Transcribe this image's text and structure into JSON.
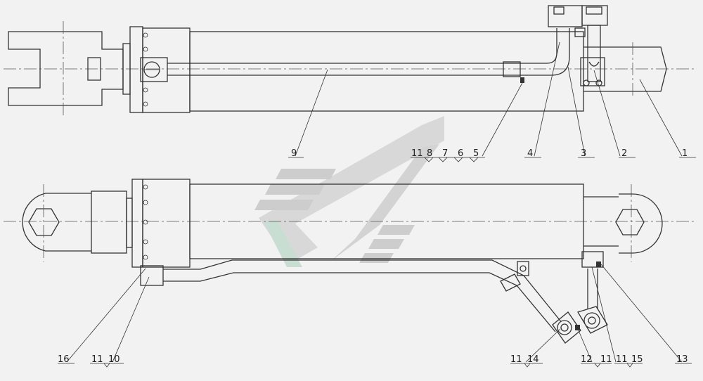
{
  "callouts_top": {
    "c1": "1",
    "c2": "2",
    "c3": "3",
    "c4": "4",
    "c9": "9",
    "group": [
      "11",
      "8",
      "7",
      "6",
      "5"
    ]
  },
  "callouts_bottom": {
    "c16": "16",
    "c11_10": [
      "11",
      "10"
    ],
    "c11_14": [
      "11",
      "14"
    ],
    "c12_11": [
      "12",
      "11"
    ],
    "c11_15": [
      "11",
      "15"
    ],
    "c13": "13"
  },
  "watermark": {
    "colors": [
      "#c8c8c8",
      "#d4d4d4",
      "#c4dcd0"
    ]
  },
  "colors": {
    "line": "#333333",
    "background": "#f2f2f2"
  }
}
